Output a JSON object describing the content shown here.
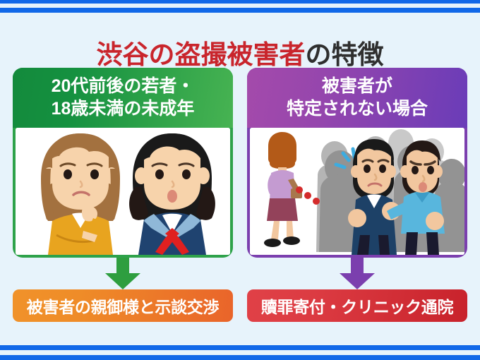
{
  "page": {
    "background_color": "#e7f3fb",
    "rule_color": "#1168e8"
  },
  "title": {
    "highlight_text": "渋谷の盗撮被害者",
    "highlight_color": "#c9252c",
    "plain_text": "の特徴",
    "plain_color": "#2f2f2f"
  },
  "columns": [
    {
      "id": "young-victims",
      "accent_color": "#2ea24a",
      "header_lines": [
        "20代前後の若者・",
        "18歳未満の未成年"
      ],
      "illustration_name": "two-worried-young-women-illustration",
      "illustration_alt": "20代女性と制服姿の女子学生が困った表情をしているイラスト",
      "arrow_color": "#2e9e3f",
      "outcome_label": "被害者の親御様と示談交渉",
      "outcome_color": "#ef8c28"
    },
    {
      "id": "unidentified-victims",
      "accent_color": "#7b3fae",
      "header_lines": [
        "被害者が",
        "特定されない場合"
      ],
      "illustration_name": "crowd-arrest-illustration",
      "illustration_alt": "雑踏の中で盗撮犯が取り押さえられているイラスト",
      "arrow_color": "#7b3fae",
      "outcome_label": "贖罪寄付・クリニック通院",
      "outcome_color": "#c8222b"
    }
  ]
}
